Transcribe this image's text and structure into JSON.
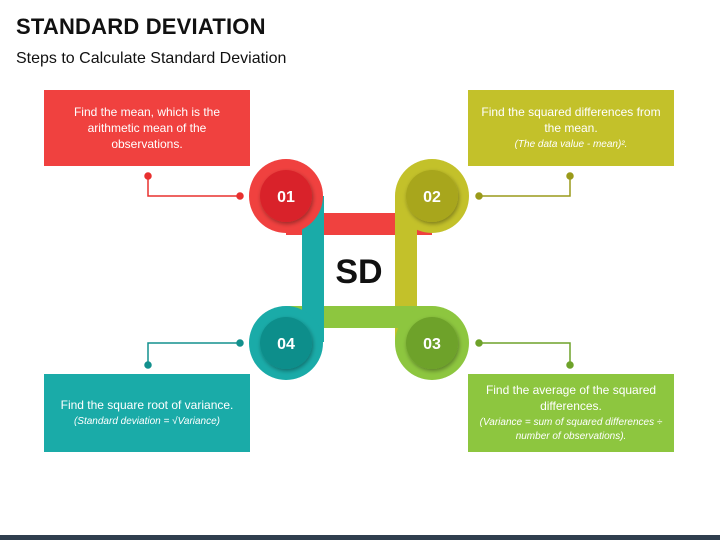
{
  "header": {
    "title": "STANDARD DEVIATION",
    "subtitle": "Steps to Calculate Standard Deviation"
  },
  "center_label": "SD",
  "steps": [
    {
      "number": "01",
      "text": "Find the mean, which is the arithmetic mean of the observations.",
      "note": "",
      "color": "#f0413f",
      "ring": "#e8302f"
    },
    {
      "number": "02",
      "text": "Find the squared differences from the mean.",
      "note": "(The data value - mean)².",
      "color": "#c3c12a",
      "ring": "#b3b11f"
    },
    {
      "number": "03",
      "text": "Find the average of the squared differences.",
      "note": "(Variance = sum of squared differences ÷ number of observations).",
      "color": "#8dc63f",
      "ring": "#7fb832"
    },
    {
      "number": "04",
      "text": "Find the square root of variance.",
      "note": "(Standard deviation = √Variance)",
      "color": "#1aaba8",
      "ring": "#12a09d"
    }
  ]
}
